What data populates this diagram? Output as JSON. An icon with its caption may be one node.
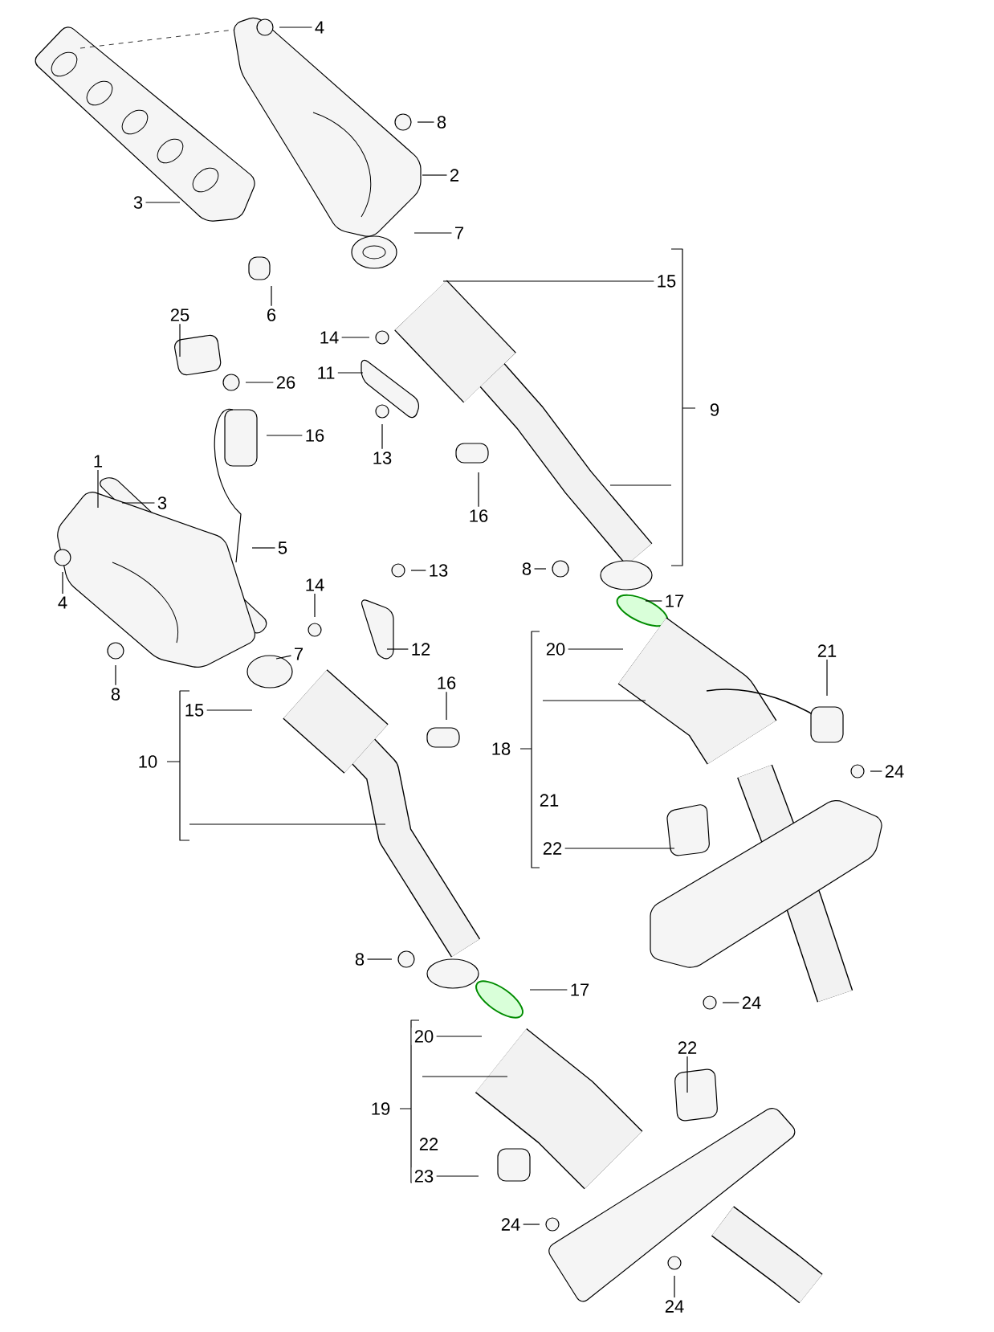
{
  "diagram": {
    "nodes": [
      {
        "text": [
          "4"
        ]
      },
      {
        "text": [
          "8"
        ]
      },
      {
        "text": [
          "2"
        ]
      },
      {
        "text": [
          "3"
        ]
      },
      {
        "text": [
          "7"
        ]
      },
      {
        "text": [
          "15"
        ]
      },
      {
        "text": [
          "6"
        ]
      },
      {
        "text": [
          "25"
        ]
      },
      {
        "text": [
          "14"
        ]
      },
      {
        "text": [
          "11"
        ]
      },
      {
        "text": [
          "26"
        ]
      },
      {
        "text": [
          "16"
        ]
      },
      {
        "text": [
          "13"
        ]
      },
      {
        "text": [
          "16"
        ]
      },
      {
        "text": [
          "1"
        ]
      },
      {
        "text": [
          "3"
        ]
      },
      {
        "text": [
          "5"
        ]
      },
      {
        "text": [
          "8"
        ]
      },
      {
        "text": [
          "13"
        ]
      },
      {
        "text": [
          "14"
        ]
      },
      {
        "text": [
          "4"
        ]
      },
      {
        "text": [
          "17"
        ]
      },
      {
        "text": [
          "12"
        ]
      },
      {
        "text": [
          "7"
        ]
      },
      {
        "text": [
          "20"
        ]
      },
      {
        "text": [
          "8"
        ]
      },
      {
        "text": [
          "21"
        ]
      },
      {
        "text": [
          "15"
        ]
      },
      {
        "text": [
          "16"
        ]
      },
      {
        "text": [
          "24"
        ]
      },
      {
        "text": [
          "22"
        ]
      },
      {
        "text": [
          "8"
        ]
      },
      {
        "text": [
          "17"
        ]
      },
      {
        "text": [
          "24"
        ]
      },
      {
        "text": [
          "20"
        ]
      },
      {
        "text": [
          "22"
        ]
      },
      {
        "text": [
          "23"
        ]
      },
      {
        "text": [
          "24"
        ]
      },
      {
        "text": [
          "24"
        ]
      }
    ],
    "edges": [
      {
        "from": 0,
        "to": null,
        "arrow": "none"
      },
      {
        "from": 1,
        "to": null,
        "arrow": "none"
      },
      {
        "from": 2,
        "to": null,
        "arrow": "none"
      },
      {
        "from": 3,
        "to": null,
        "arrow": "none"
      },
      {
        "from": 4,
        "to": null,
        "arrow": "none"
      },
      {
        "from": 5,
        "to": null,
        "arrow": "none"
      },
      {
        "from": 6,
        "to": null,
        "arrow": "none"
      },
      {
        "from": 7,
        "to": null,
        "arrow": "none"
      },
      {
        "from": 8,
        "to": null,
        "arrow": "none"
      },
      {
        "from": 9,
        "to": null,
        "arrow": "none"
      },
      {
        "from": 10,
        "to": null,
        "arrow": "none"
      },
      {
        "from": 11,
        "to": null,
        "arrow": "none"
      },
      {
        "from": 12,
        "to": null,
        "arrow": "none"
      },
      {
        "from": 13,
        "to": null,
        "arrow": "none"
      },
      {
        "from": 14,
        "to": null,
        "arrow": "none"
      },
      {
        "from": 15,
        "to": null,
        "arrow": "none"
      },
      {
        "from": 16,
        "to": null,
        "arrow": "none"
      },
      {
        "from": 17,
        "to": null,
        "arrow": "none"
      },
      {
        "from": 18,
        "to": null,
        "arrow": "none"
      },
      {
        "from": 19,
        "to": null,
        "arrow": "none"
      },
      {
        "from": 20,
        "to": null,
        "arrow": "none"
      },
      {
        "from": 21,
        "to": null,
        "arrow": "none"
      },
      {
        "from": 22,
        "to": null,
        "arrow": "none"
      },
      {
        "from": 23,
        "to": null,
        "arrow": "none"
      },
      {
        "from": 24,
        "to": null,
        "arrow": "none"
      },
      {
        "from": 25,
        "to": null,
        "arrow": "none"
      },
      {
        "from": 26,
        "to": null,
        "arrow": "none"
      },
      {
        "from": 27,
        "to": null,
        "arrow": "none"
      },
      {
        "from": 28,
        "to": null,
        "arrow": "none"
      },
      {
        "from": 29,
        "to": null,
        "arrow": "none"
      },
      {
        "from": 30,
        "to": null,
        "arrow": "none"
      },
      {
        "from": 31,
        "to": null,
        "arrow": "none"
      },
      {
        "from": 32,
        "to": null,
        "arrow": "none"
      },
      {
        "from": 33,
        "to": null,
        "arrow": "none"
      },
      {
        "from": 34,
        "to": null,
        "arrow": "none"
      },
      {
        "from": 35,
        "to": null,
        "arrow": "none"
      },
      {
        "from": 36,
        "to": null,
        "arrow": "none"
      },
      {
        "from": 37,
        "to": null,
        "arrow": "none"
      },
      {
        "from": 38,
        "to": null,
        "arrow": "none"
      }
    ],
    "labels": [
      "9",
      "10",
      "18",
      "21",
      "19",
      "22"
    ]
  }
}
